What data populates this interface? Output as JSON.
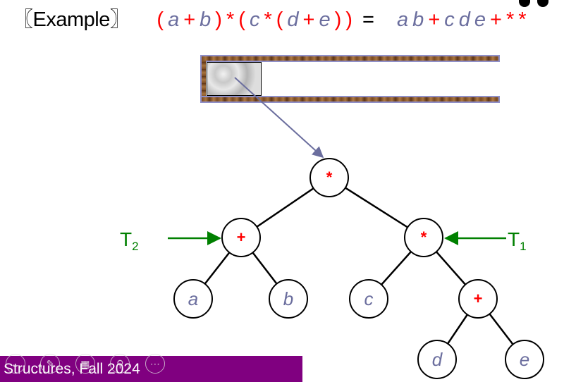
{
  "slide": {
    "title_label": "〖Example〗",
    "infix_tokens": [
      {
        "t": "(",
        "k": "paren"
      },
      {
        "t": "a",
        "k": "var"
      },
      {
        "t": "+",
        "k": "op"
      },
      {
        "t": "b",
        "k": "var"
      },
      {
        "t": ")",
        "k": "paren"
      },
      {
        "t": "*",
        "k": "op"
      },
      {
        "t": "(",
        "k": "paren"
      },
      {
        "t": "c",
        "k": "var"
      },
      {
        "t": "*",
        "k": "op"
      },
      {
        "t": "(",
        "k": "paren"
      },
      {
        "t": "d",
        "k": "var"
      },
      {
        "t": "+",
        "k": "op"
      },
      {
        "t": "e",
        "k": "var"
      },
      {
        "t": ")",
        "k": "paren"
      },
      {
        "t": ")",
        "k": "paren"
      }
    ],
    "equals": "=",
    "postfix_tokens": [
      {
        "t": "a",
        "k": "var"
      },
      {
        "t": "b",
        "k": "var"
      },
      {
        "t": "+",
        "k": "op"
      },
      {
        "t": "c",
        "k": "var"
      },
      {
        "t": "d",
        "k": "var"
      },
      {
        "t": "e",
        "k": "var"
      },
      {
        "t": "+",
        "k": "op"
      },
      {
        "t": "*",
        "k": "op"
      },
      {
        "t": "*",
        "k": "op"
      }
    ]
  },
  "tree": {
    "nodes": {
      "root": "*",
      "plus_left": "+",
      "star_right": "*",
      "leaf_a": "a",
      "leaf_b": "b",
      "leaf_c": "c",
      "plus_right": "+",
      "leaf_d": "d",
      "leaf_e": "e"
    },
    "label_t2": {
      "base": "T",
      "sub": "2"
    },
    "label_t1": {
      "base": "T",
      "sub": "1"
    }
  },
  "colors": {
    "operator": "#ff0000",
    "operand": "#6b6e9e",
    "label": "#008000",
    "pointer": "#6b6e9e",
    "footer_bg": "#800080"
  },
  "footer": {
    "text": "Structures, Fall 2024",
    "controls": [
      "arrow-left-icon",
      "pen-icon",
      "grid-icon",
      "zoom-icon",
      "more-icon"
    ]
  }
}
